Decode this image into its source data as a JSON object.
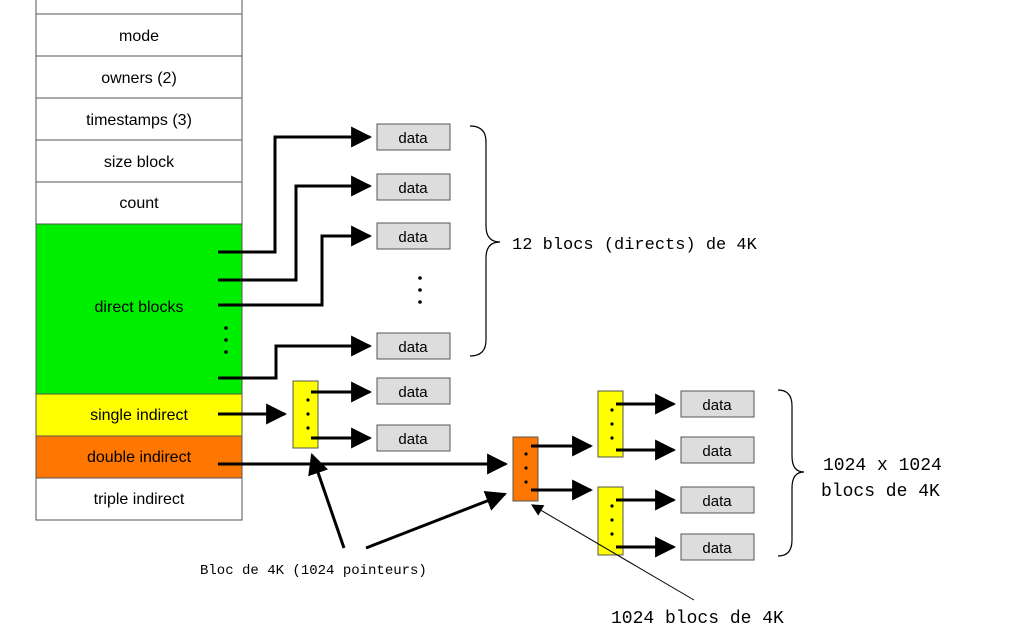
{
  "inode": {
    "mode": "mode",
    "owners": "owners (2)",
    "timestamps": "timestamps (3)",
    "size_block": "size block",
    "count": "count",
    "direct_blocks": "direct blocks",
    "single_indirect": "single indirect",
    "double_indirect": "double indirect",
    "triple_indirect": "triple indirect"
  },
  "data_label": "data",
  "annotations": {
    "direct_brace": "12 blocs (directs) de 4K",
    "double_brace_line1": "1024 x 1024",
    "double_brace_line2": "blocs de 4K",
    "pointer_block": "Bloc de 4K (1024 pointeurs)",
    "second_level": "1024 blocs de 4K"
  },
  "colors": {
    "direct": "#00ee00",
    "single": "#ffff00",
    "double": "#ff7700",
    "data_box": "#dddddd",
    "outline": "#555555"
  }
}
